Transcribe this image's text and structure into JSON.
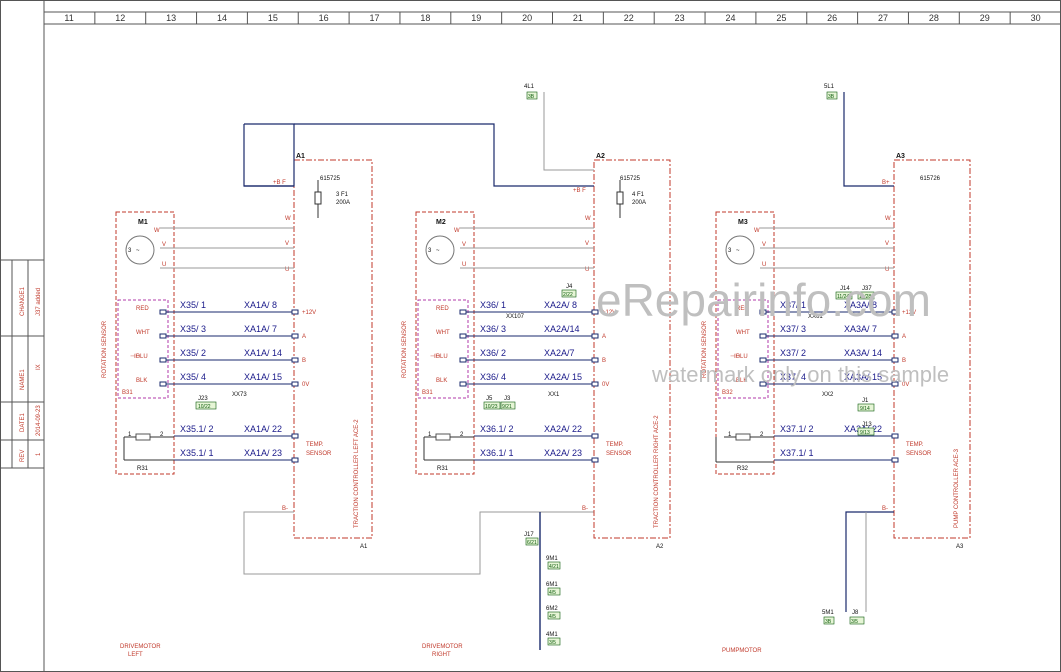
{
  "columns": [
    "11",
    "12",
    "13",
    "14",
    "15",
    "16",
    "17",
    "18",
    "19",
    "20",
    "21",
    "22",
    "23",
    "24",
    "25",
    "26",
    "27",
    "28",
    "29",
    "30"
  ],
  "revision": {
    "labels": [
      "CHANGE1",
      "NAME1",
      "DATE1",
      "REV"
    ],
    "values": [
      "J37 added",
      "IX",
      "2014-09-23",
      "1"
    ]
  },
  "watermark": {
    "main": "eRepairinfo.com",
    "sub": "watermark only on this sample"
  },
  "supplies": {
    "l1_4": "4L1",
    "l1_5": "5L1",
    "ref_4l1": "3B",
    "ref_5l1": "3B"
  },
  "left": {
    "motor": "M1",
    "controller_tag": "A1",
    "controller_part": "615725",
    "bplus": "+B F",
    "fuse": "3 F1",
    "fuse_rating": "200A",
    "bminus": "B-",
    "foot_tag": "A1",
    "controller_name": "TRACTION CONTROLLER LEFT ACE-2",
    "sensor_tag": "B31",
    "resistor": "R31",
    "sensor_name": "ROTATION SENSOR",
    "jumper": "J23",
    "jumper_ref": "10/22",
    "node": "XX73",
    "title_line1": "DRIVEMOTOR",
    "title_line2": "LEFT",
    "conn": [
      "X35/ 1",
      "X35/ 3",
      "X35/ 2",
      "X35/ 4",
      "X35.1/ 2",
      "X35.1/ 1"
    ],
    "xa": [
      "XA1A/ 8",
      "XA1A/ 7",
      "XA1A/ 14",
      "XA1A/ 15",
      "XA1A/ 22",
      "XA1A/ 23"
    ]
  },
  "right": {
    "motor": "M2",
    "controller_tag": "A2",
    "controller_part": "615725",
    "bplus": "+B F",
    "fuse": "4 F1",
    "fuse_rating": "200A",
    "bminus": "B-",
    "foot_tag": "A2",
    "controller_name": "TRACTION CONTROLLER RIGHT ACE-2",
    "sensor_tag": "B31",
    "resistor": "R31",
    "sensor_name": "ROTATION SENSOR",
    "jumper_top": "J4",
    "jumper_top_ref": "2/22",
    "node_top": "XX107",
    "jumper_a": "J5",
    "jumper_a_ref": "10/23",
    "jumper_b": "J3",
    "jumper_b_ref": "9/21",
    "node": "XX1",
    "title_line1": "DRIVEMOTOR",
    "title_line2": "RIGHT",
    "conn": [
      "X36/ 1",
      "X36/ 3",
      "X36/ 2",
      "X36/ 4",
      "X36.1/ 2",
      "X36.1/ 1"
    ],
    "xa": [
      "XA2A/ 8",
      "XA2A/14",
      "XA2A/7",
      "XA2A/ 15",
      "XA2A/ 22",
      "XA2A/ 23"
    ],
    "bus": [
      "J17",
      "9M1",
      "6M1",
      "6M2",
      "4M1"
    ],
    "bus_ref": [
      "6/21",
      "4/21",
      "4/5",
      "4/5",
      "3/5"
    ]
  },
  "pump": {
    "motor": "M3",
    "controller_tag": "A3",
    "controller_part": "615726",
    "bplus": "B+",
    "bminus": "B-",
    "foot_tag": "A3",
    "controller_name": "PUMP CONTROLLER ACE-3",
    "sensor_tag": "B32",
    "resistor": "R32",
    "sensor_name": "ROTATION SENSOR",
    "jumper_a": "J14",
    "jumper_a_ref": "11/24",
    "jumper_b": "J37",
    "jumper_b_ref": "11/28",
    "node_top": "XX61",
    "node": "XX2",
    "jumper_c": "J1",
    "jumper_c_ref": "9/14",
    "jumper_d": "J13",
    "jumper_d_ref": "9/13",
    "title": "PUMPMOTOR",
    "conn": [
      "X37/ 1",
      "X37/ 3",
      "X37/ 2",
      "X37/ 4",
      "X37.1/ 2",
      "X37.1/ 1"
    ],
    "xa": [
      "XA3A/ 8",
      "XA3A/ 7",
      "XA3A/ 14",
      "XA3A/ 15",
      "XA3A/ 22"
    ],
    "bottom_5m1": "5M1",
    "bottom_j8": "J8",
    "ref_5m1": "3B",
    "ref_j8": "3/5"
  },
  "pins_motor": [
    "W",
    "V",
    "U"
  ],
  "pins_sensor": [
    "RED",
    "WHT",
    "BLU",
    "BLK"
  ],
  "pins_ctrl": [
    "+12V",
    "A",
    "B",
    "0V"
  ],
  "temp_sensor": [
    "TEMP.",
    "SENSOR"
  ],
  "motor_phase": "3",
  "colors": {
    "frame": "#c0392b",
    "wire": "#1a2a6c",
    "bus": "#1a2a6c",
    "thin": "#9a9a9a",
    "sensor": "#b03aa8",
    "ref": "#e6f5d6"
  }
}
